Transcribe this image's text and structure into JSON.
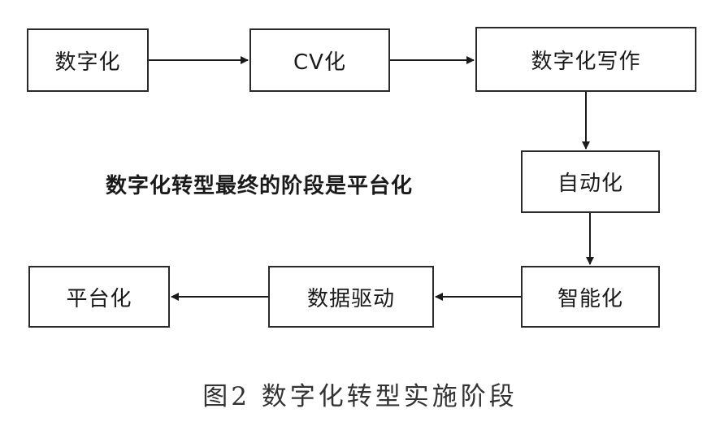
{
  "diagram": {
    "nodes": [
      {
        "id": "n1",
        "label": "数字化"
      },
      {
        "id": "n2",
        "label": "CV化"
      },
      {
        "id": "n3",
        "label": "数字化写作"
      },
      {
        "id": "n4",
        "label": "自动化"
      },
      {
        "id": "n5",
        "label": "智能化"
      },
      {
        "id": "n6",
        "label": "数据驱动"
      },
      {
        "id": "n7",
        "label": "平台化"
      }
    ],
    "edges": [
      {
        "from": "n1",
        "to": "n2"
      },
      {
        "from": "n2",
        "to": "n3"
      },
      {
        "from": "n3",
        "to": "n4"
      },
      {
        "from": "n4",
        "to": "n5"
      },
      {
        "from": "n5",
        "to": "n6"
      },
      {
        "from": "n6",
        "to": "n7"
      }
    ],
    "note": "数字化转型最终的阶段是平台化",
    "caption": "图2 数字化转型实施阶段"
  }
}
